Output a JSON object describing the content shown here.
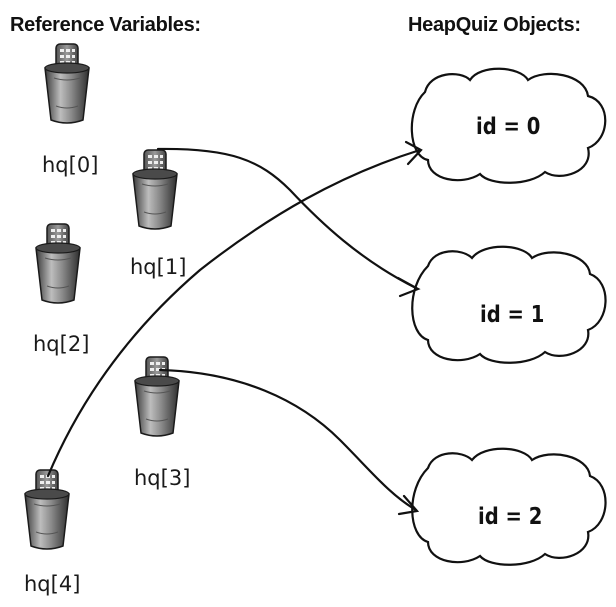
{
  "headings": {
    "left": "Reference Variables:",
    "right": "HeapQuiz  Objects:"
  },
  "references": [
    {
      "label": "hq[0]",
      "points_to": null
    },
    {
      "label": "hq[1]",
      "points_to": "id = 1"
    },
    {
      "label": "hq[2]",
      "points_to": null
    },
    {
      "label": "hq[3]",
      "points_to": "id = 2"
    },
    {
      "label": "hq[4]",
      "points_to": "id = 0"
    }
  ],
  "objects": [
    {
      "label": "id = 0"
    },
    {
      "label": "id = 1"
    },
    {
      "label": "id = 2"
    }
  ],
  "icon": "remote-in-cup-icon"
}
